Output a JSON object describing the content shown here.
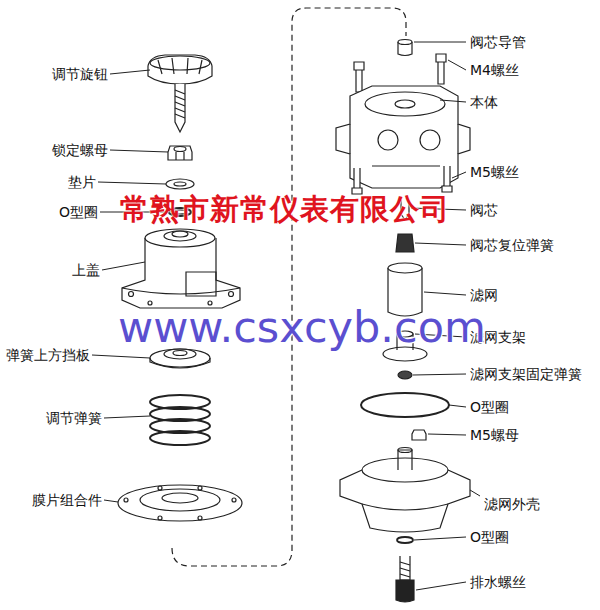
{
  "diagram": {
    "labels": [
      "调节旋钮",
      "锁定螺母",
      "垫片",
      "O型圈",
      "上盖",
      "弹簧上方挡板",
      "调节弹簧",
      "膜片组合件",
      "阀芯导管",
      "M4螺丝",
      "本体",
      "M5螺丝",
      "阀芯",
      "阀芯复位弹簧",
      "滤网",
      "滤网支架",
      "滤网支架固定弹簧",
      "O型圈",
      "M5螺母",
      "滤网外壳",
      "O型圈",
      "排水螺丝",
      "常熟市新常仪表有限公司",
      "www.csxcyb.com"
    ]
  }
}
